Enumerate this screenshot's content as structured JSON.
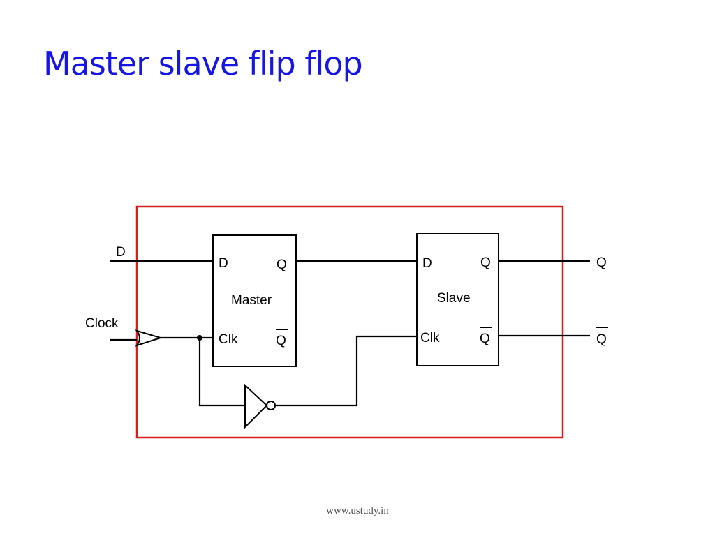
{
  "slide": {
    "title": "Master slave flip flop",
    "footer": "www.ustudy.in"
  },
  "diagram": {
    "colors": {
      "frame": "#d62020",
      "wire": "#000000",
      "title": "#1515e8"
    },
    "inputs": {
      "d": "D",
      "clock": "Clock"
    },
    "master": {
      "name": "Master",
      "d_pin": "D",
      "q_pin": "Q",
      "clk_pin": "Clk",
      "qbar_pin": "Q"
    },
    "slave": {
      "name": "Slave",
      "d_pin": "D",
      "q_pin": "Q",
      "clk_pin": "Clk",
      "qbar_pin": "Q"
    },
    "outputs": {
      "q": "Q",
      "qbar": "Q"
    }
  }
}
